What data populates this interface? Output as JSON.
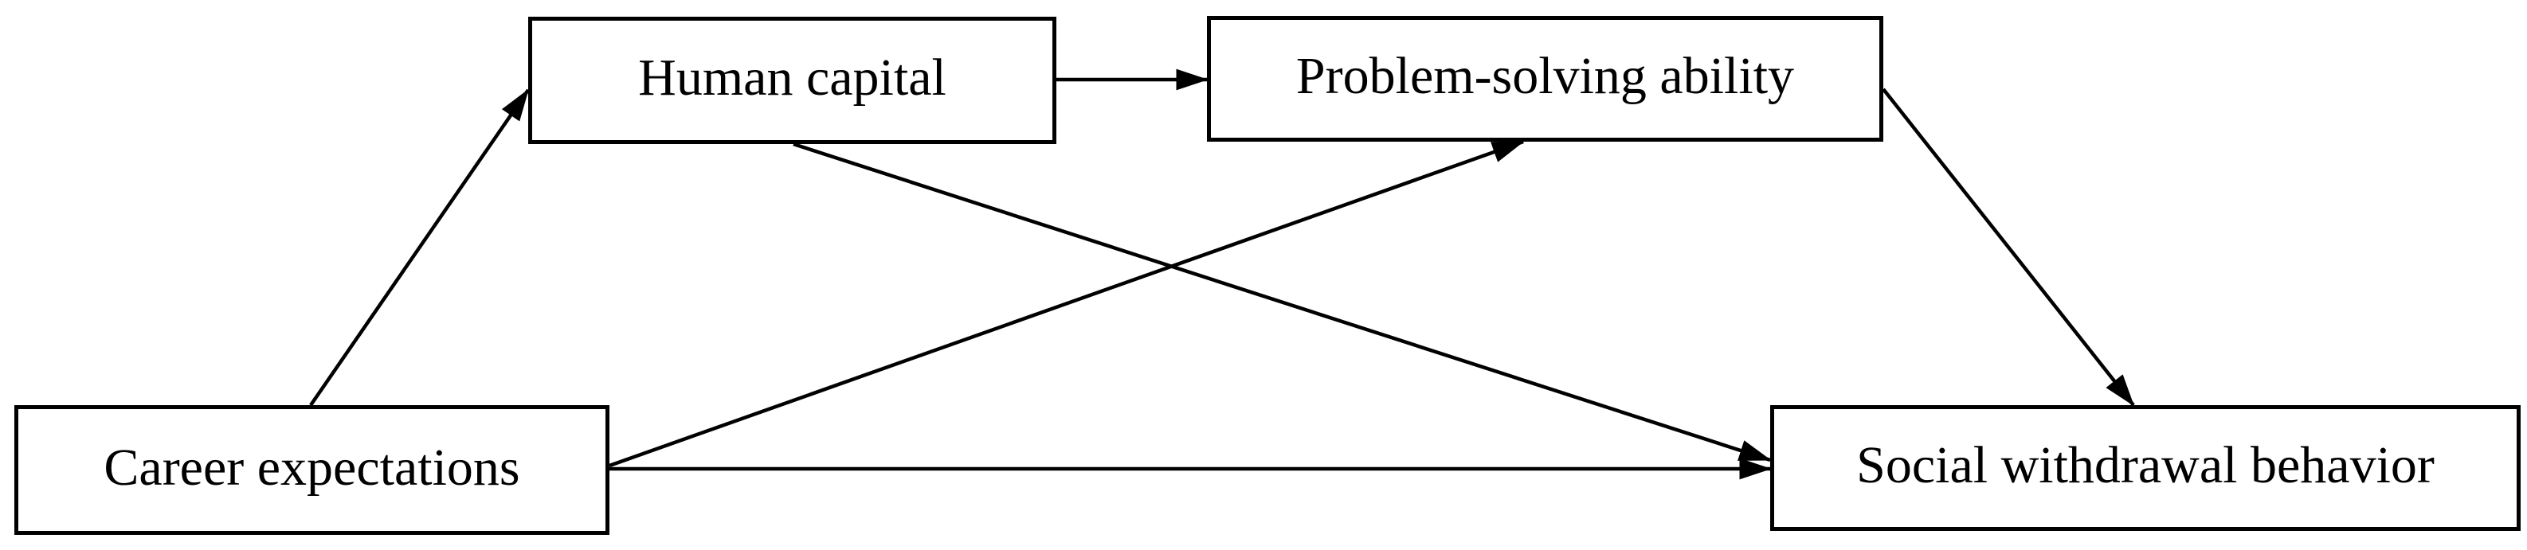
{
  "diagram": {
    "type": "path-model",
    "background_color": "#ffffff",
    "box_fill_color": "#ffffff",
    "box_border_color": "#000000",
    "arrow_color": "#000000",
    "text_color": "#000000",
    "nodes": {
      "career_expectations": {
        "label": "Career expectations"
      },
      "human_capital": {
        "label": "Human capital"
      },
      "problem_solving": {
        "label": "Problem-solving ability"
      },
      "social_withdrawal": {
        "label": "Social withdrawal behavior"
      }
    },
    "edges": [
      {
        "from": "career_expectations",
        "to": "human_capital",
        "style": "arrow"
      },
      {
        "from": "human_capital",
        "to": "problem_solving",
        "style": "arrow"
      },
      {
        "from": "career_expectations",
        "to": "problem_solving",
        "style": "arrow"
      },
      {
        "from": "human_capital",
        "to": "social_withdrawal",
        "style": "arrow"
      },
      {
        "from": "career_expectations",
        "to": "social_withdrawal",
        "style": "arrow"
      },
      {
        "from": "problem_solving",
        "to": "social_withdrawal",
        "style": "arrow"
      }
    ]
  }
}
